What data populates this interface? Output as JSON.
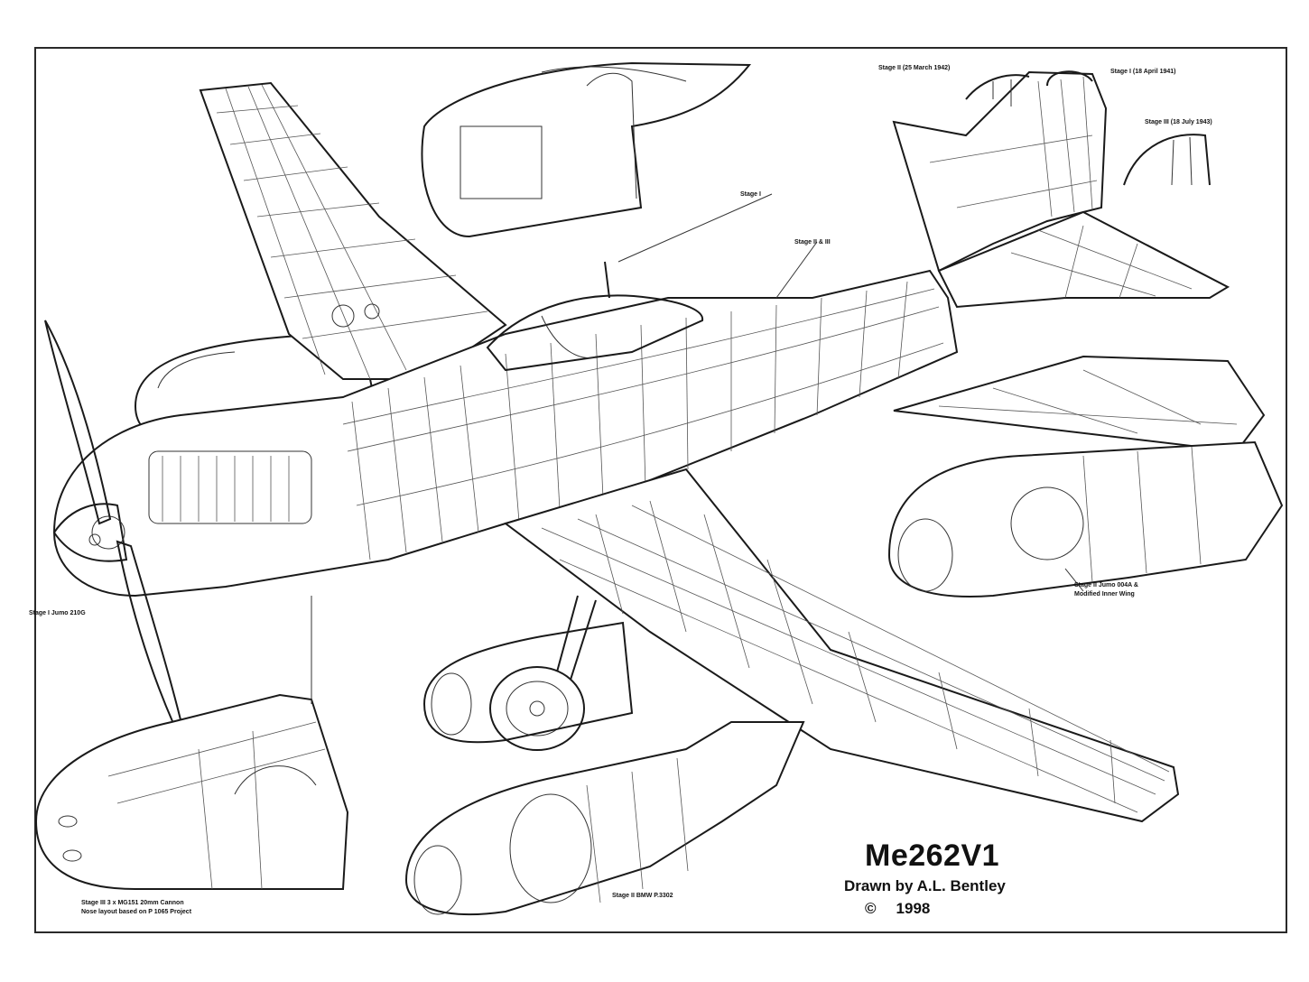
{
  "title": "Me262V1",
  "credit": "Drawn by A.L. Bentley",
  "copyright_symbol": "©",
  "copyright_year": "1998",
  "labels": {
    "stage_ii_date": "Stage II  (25 March 1942)",
    "stage_i_date": "Stage I  (18 April 1941)",
    "stage_iii_date": "Stage III  (18 July 1943)",
    "stage_i": "Stage I",
    "stage_ii_iii": "Stage II  &  III",
    "stage_i_engine": "Stage I  Jumo 210G",
    "stage_ii_jumo_line1": "Stage II  Jumo 004A &",
    "stage_ii_jumo_line2": "Modified Inner Wing",
    "stage_ii_cannon_line1": "Stage III  3 x MG151  20mm Cannon",
    "stage_ii_cannon_line2": "Nose layout based on P 1065 Project",
    "stage_ii_bmw": "Stage II  BMW P.3302"
  }
}
